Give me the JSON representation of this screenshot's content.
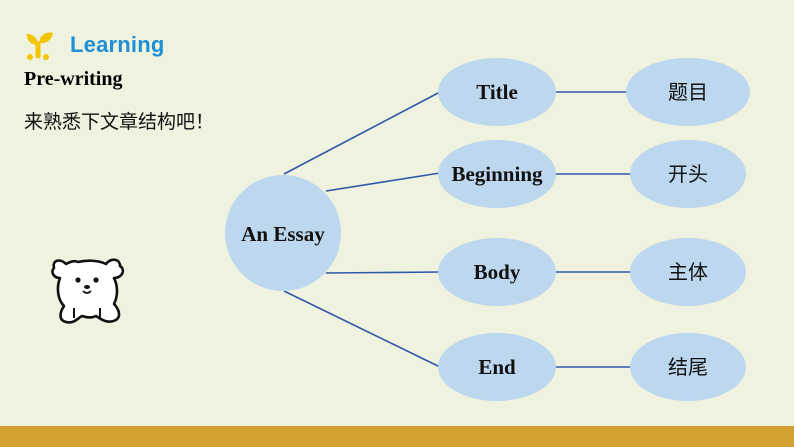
{
  "header": {
    "brand_label": "Learning",
    "subtitle": "Pre-writing",
    "prompt": "来熟悉下文章结构吧！"
  },
  "diagram": {
    "center": {
      "label": "An Essay"
    },
    "parts": [
      {
        "label": "Title",
        "translation": "题目"
      },
      {
        "label": "Beginning",
        "translation": "开头"
      },
      {
        "label": "Body",
        "translation": "主体"
      },
      {
        "label": "End",
        "translation": "结尾"
      }
    ]
  },
  "colors": {
    "node_fill": "#bdd7ee",
    "connector": "#2f57a8",
    "brand": "#1e8fd6",
    "brand_icon": "#f2c500",
    "bottom_bar": "#d6a133",
    "background": "#eef2df"
  },
  "icons": {
    "brand": "sprout-icon",
    "mascot": "bear-mascot-icon"
  }
}
